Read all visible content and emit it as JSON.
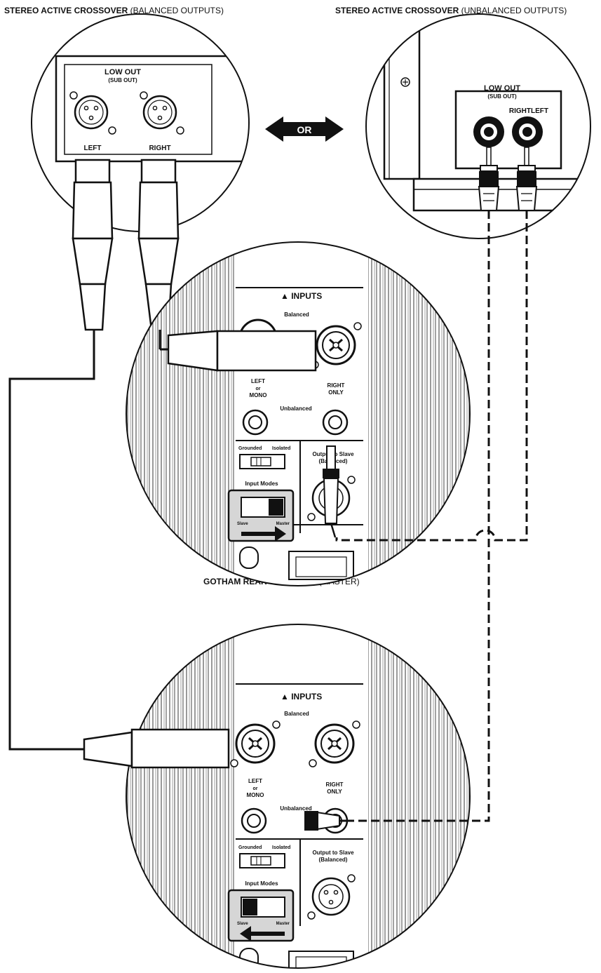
{
  "captions": {
    "balanced": {
      "bold": "STEREO ACTIVE CROSSOVER",
      "light": "(BALANCED OUTPUTS)"
    },
    "unbalanced": {
      "bold": "STEREO ACTIVE CROSSOVER",
      "light": "(UNBALANCED OUTPUTS)"
    },
    "master": {
      "bold": "GOTHAM REAR CONTROLS",
      "light": "(MASTER)"
    }
  },
  "or_label": "OR",
  "crossover_balanced": {
    "header": "LOW OUT",
    "subheader": "(SUB OUT)",
    "left": "LEFT",
    "right": "RIGHT"
  },
  "crossover_unbalanced": {
    "header": "LOW OUT",
    "subheader": "(SUB OUT)",
    "right": "RIGHT",
    "left": "LEFT"
  },
  "panel": {
    "inputs": "▲ INPUTS",
    "balanced": "Balanced",
    "left_or_mono": [
      "LEFT",
      "or",
      "MONO"
    ],
    "right_only": [
      "RIGHT",
      "ONLY"
    ],
    "unbalanced": "Unbalanced",
    "grounded": "Grounded",
    "isolated": "Isolated",
    "output_to_slave": "Output to Slave",
    "output_to_slave_sub": "(Balanced)",
    "input_modes": "Input Modes",
    "slave": "Slave",
    "master": "Master"
  }
}
